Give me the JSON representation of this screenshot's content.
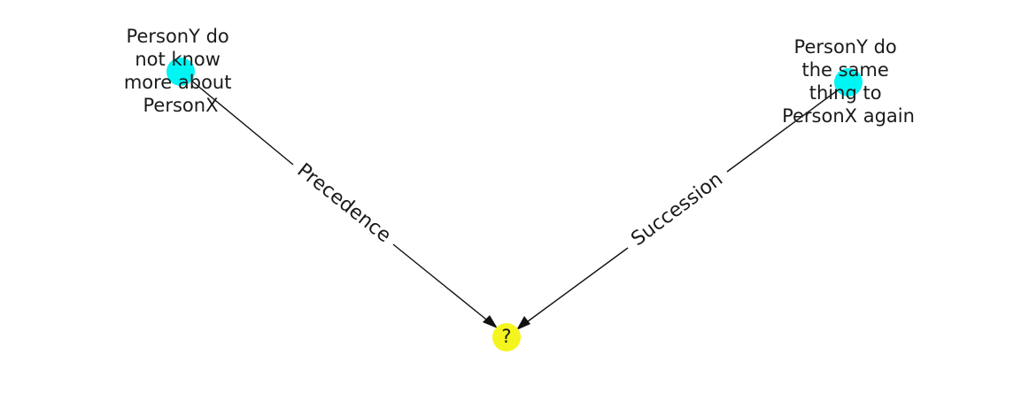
{
  "graph": {
    "colors": {
      "source_node": "#00f5f5",
      "target_node": "#f5f51e",
      "edge": "#111111",
      "text": "#1a1a1a",
      "background": "#ffffff"
    },
    "nodes": [
      {
        "id": "n1",
        "label_lines": [
          "PersonY do",
          "not know",
          "more about",
          "PersonX"
        ],
        "color": "#00f5f5"
      },
      {
        "id": "n2",
        "label_lines": [
          "PersonY do",
          "the same",
          "thing to",
          "PersonX again"
        ],
        "color": "#00f5f5"
      },
      {
        "id": "n3",
        "label_lines": [
          "?"
        ],
        "color": "#f5f51e"
      }
    ],
    "edges": [
      {
        "from": "n1",
        "to": "n3",
        "label": "Precedence"
      },
      {
        "from": "n2",
        "to": "n3",
        "label": "Succession"
      }
    ]
  }
}
